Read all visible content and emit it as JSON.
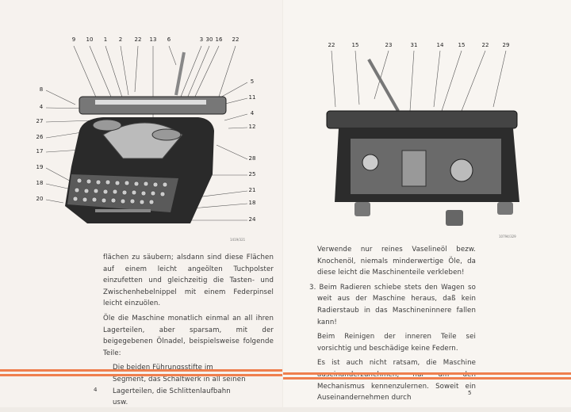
{
  "left_page": {
    "figure_top_labels": [
      "9",
      "10",
      "1",
      "2",
      "22",
      "13",
      "6",
      "3",
      "30",
      "16",
      "22"
    ],
    "figure_left_labels": [
      "8",
      "4",
      "27",
      "26",
      "17",
      "19",
      "18",
      "20"
    ],
    "figure_right_labels": [
      "5",
      "11",
      "4",
      "12",
      "28",
      "25",
      "21",
      "18",
      "24"
    ],
    "figure_caption": "1419/321",
    "paragraphs": [
      "flächen zu säubern; alsdann sind diese Flächen auf einem leicht angeölten Tuchpolster einzufetten und gleichzeitig die Tasten- und Zwischenhebelnippel mit einem Federpinsel leicht einzuölen.",
      "Öle die Maschine monatlich einmal an all ihren Lagerteilen, aber sparsam, mit der beigegebenen Ölnadel, beispielsweise folgende Teile:"
    ],
    "indented": "Die beiden Führungsstifte im Segment, das Schaltwerk in all seinen Lagerteilen, die Schlittenlaufbahn usw.",
    "page_number": "4"
  },
  "right_page": {
    "figure_top_labels": [
      "22",
      "15",
      "23",
      "31",
      "14",
      "15",
      "22",
      "29"
    ],
    "figure_caption": "10794/329",
    "paragraphs": [
      "Verwende nur reines Vaselineöl bezw. Knochenöl, niemals minderwertige Öle, da diese leicht die Maschinenteile verkleben!",
      "3. Beim Radieren schiebe stets den Wagen so weit aus der Maschine heraus, daß kein Radierstaub in das Maschineninnere fallen kann!",
      "Beim Reinigen der inneren Teile sei vorsichtig und beschädige keine Federn.",
      "Es ist auch nicht ratsam, die Maschine auseinanderzunehmen, nur um den Mechanismus kennenzulernen. Soweit ein Auseinandernehmen durch"
    ],
    "page_number": "5"
  },
  "colors": {
    "rule": "#ef7f4e",
    "paper": "#f6f2ee"
  }
}
